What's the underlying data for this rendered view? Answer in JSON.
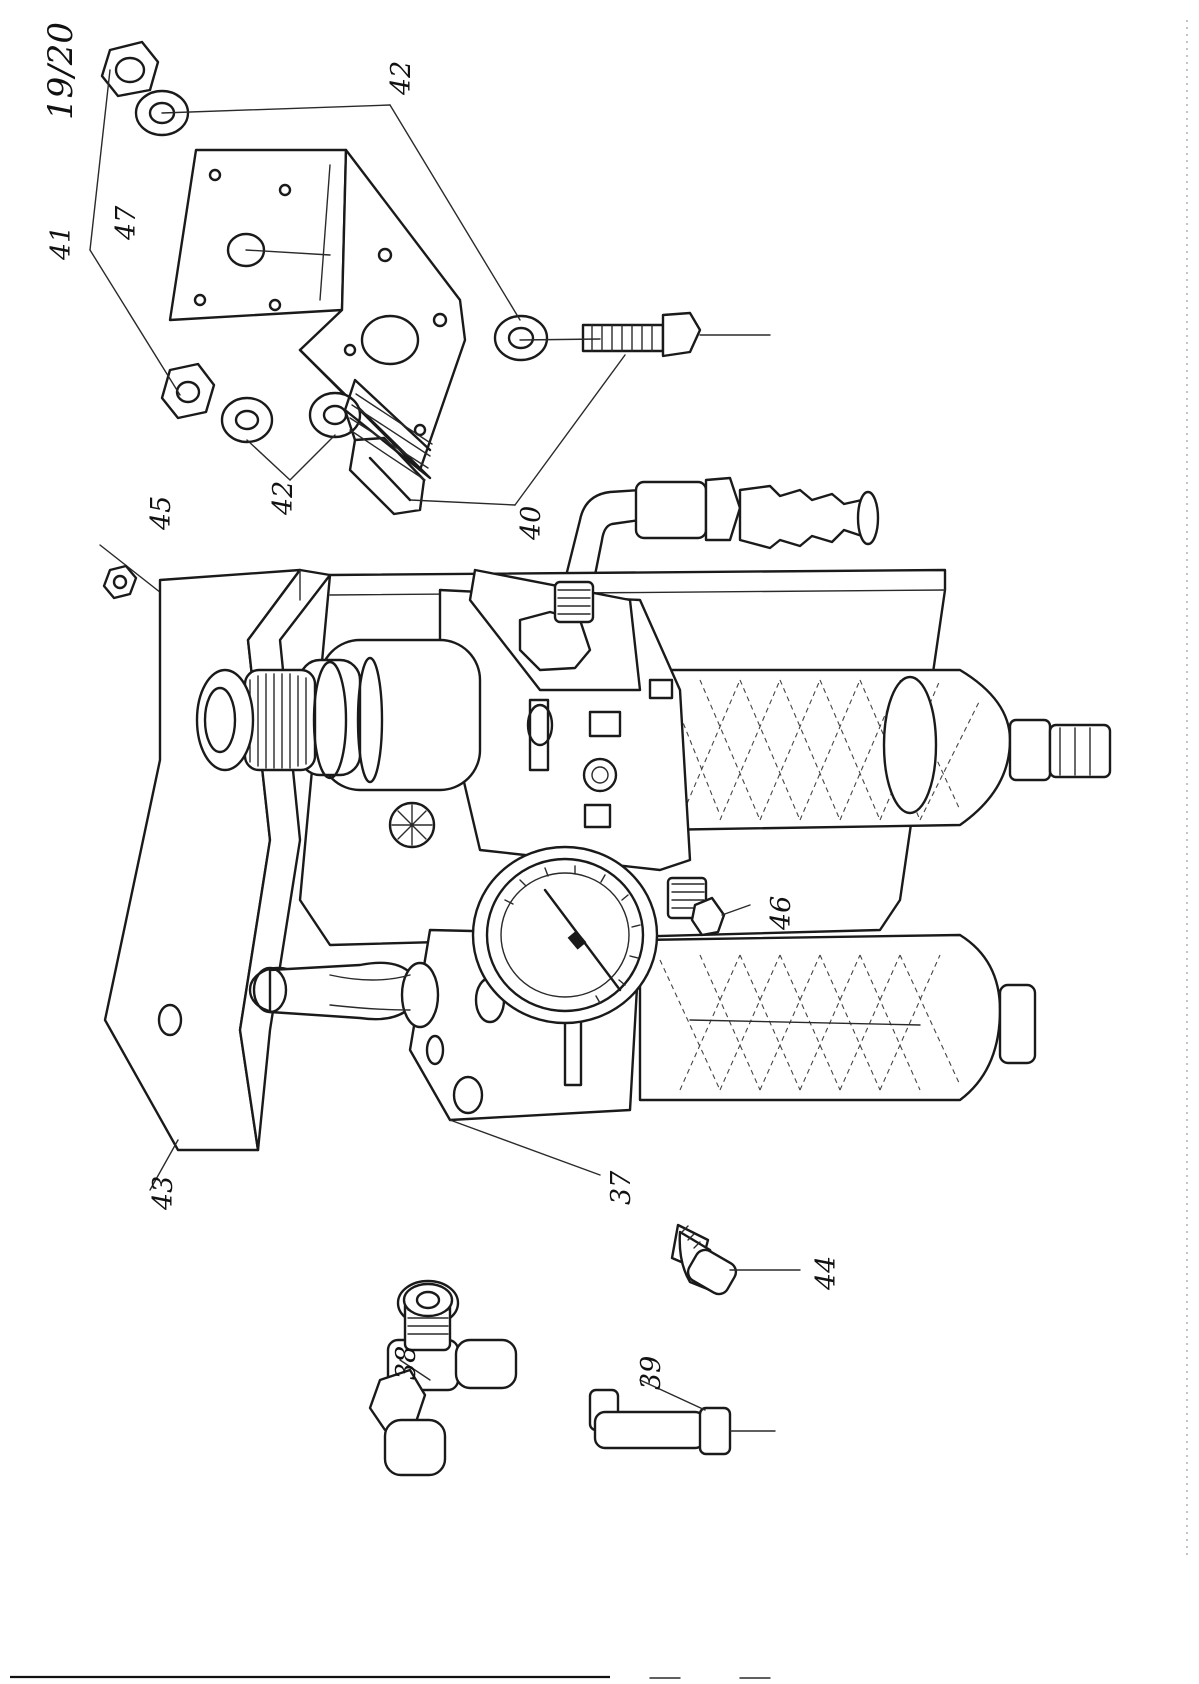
{
  "page": {
    "number": "19/20"
  },
  "callouts": [
    {
      "id": "c47",
      "text": "47"
    },
    {
      "id": "c41",
      "text": "41"
    },
    {
      "id": "c42a",
      "text": "42"
    },
    {
      "id": "c42b",
      "text": "42"
    },
    {
      "id": "c40",
      "text": "40"
    },
    {
      "id": "c45",
      "text": "45"
    },
    {
      "id": "c46",
      "text": "46"
    },
    {
      "id": "c43",
      "text": "43"
    },
    {
      "id": "c37",
      "text": "37"
    },
    {
      "id": "c44",
      "text": "44"
    },
    {
      "id": "c38",
      "text": "38"
    },
    {
      "id": "c39",
      "text": "39"
    }
  ]
}
